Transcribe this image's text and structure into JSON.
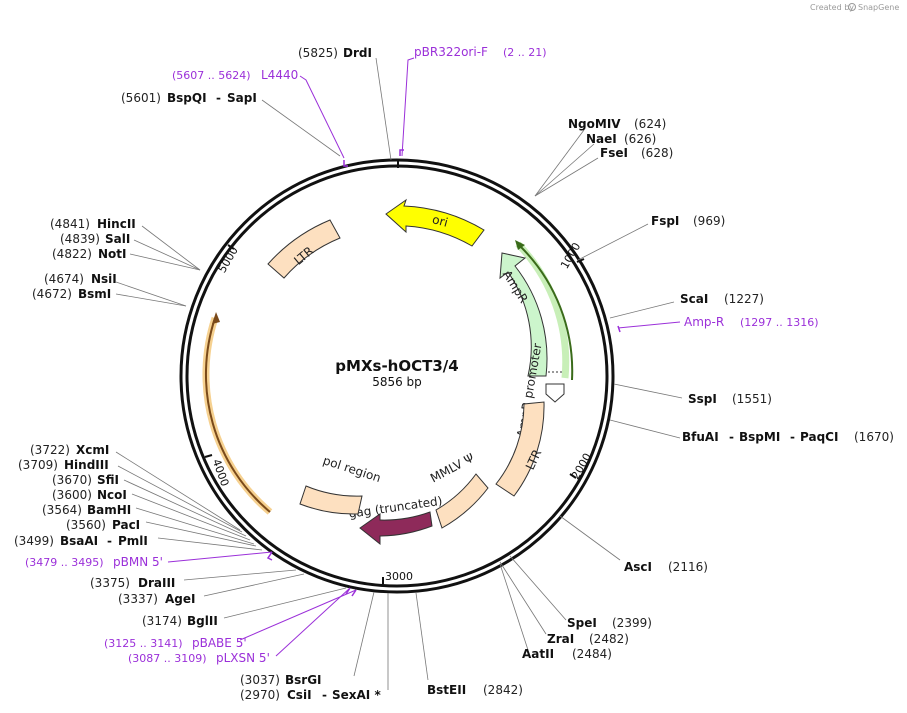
{
  "brand": {
    "created_by": "Created by",
    "name": "SnapGene"
  },
  "plasmid": {
    "name": "pMXs-hOCT3/4",
    "size": "5856 bp"
  },
  "ticks": [
    "1000",
    "2000",
    "3000",
    "4000",
    "5000"
  ],
  "features": [
    {
      "name": "ori",
      "color": "#ffff00"
    },
    {
      "name": "AmpR",
      "color": "#ccf5cc"
    },
    {
      "name": "AmpR promoter",
      "color": "#ffffff"
    },
    {
      "name": "LTR",
      "color": "#fde0c0"
    },
    {
      "name": "LTR",
      "color": "#fde0c0"
    },
    {
      "name": "MMLV Ψ",
      "color": "#fde0c0"
    },
    {
      "name": "gag (truncated)",
      "color": "#8e2a5a"
    },
    {
      "name": "pol region",
      "color": "#fde0c0"
    }
  ],
  "enzymes": [
    {
      "pos": "(5825)",
      "name": "DrdI"
    },
    {
      "pos": "(5601)",
      "name": "BspQI",
      "name2": "SapI"
    },
    {
      "pos": "(624)",
      "name": "NgoMIV"
    },
    {
      "pos": "(626)",
      "name": "NaeI"
    },
    {
      "pos": "(628)",
      "name": "FseI"
    },
    {
      "pos": "(969)",
      "name": "FspI"
    },
    {
      "pos": "(1227)",
      "name": "ScaI"
    },
    {
      "pos": "(1551)",
      "name": "SspI"
    },
    {
      "pos": "(1670)",
      "name": "BfuAI",
      "name2": "BspMI",
      "name3": "PaqCI"
    },
    {
      "pos": "(2116)",
      "name": "AscI"
    },
    {
      "pos": "(2399)",
      "name": "SpeI"
    },
    {
      "pos": "(2482)",
      "name": "ZraI"
    },
    {
      "pos": "(2484)",
      "name": "AatII"
    },
    {
      "pos": "(2842)",
      "name": "BstEII"
    },
    {
      "pos": "(3037)",
      "name": "BsrGI"
    },
    {
      "pos": "(2970)",
      "name": "CsiI",
      "name2": "SexAI *"
    },
    {
      "pos": "(3174)",
      "name": "BglII"
    },
    {
      "pos": "(3337)",
      "name": "AgeI"
    },
    {
      "pos": "(3375)",
      "name": "DraIII"
    },
    {
      "pos": "(3499)",
      "name": "BsaAI",
      "name2": "PmlI"
    },
    {
      "pos": "(3560)",
      "name": "PacI"
    },
    {
      "pos": "(3564)",
      "name": "BamHI"
    },
    {
      "pos": "(3600)",
      "name": "NcoI"
    },
    {
      "pos": "(3670)",
      "name": "SfiI"
    },
    {
      "pos": "(3709)",
      "name": "HindIII"
    },
    {
      "pos": "(3722)",
      "name": "XcmI"
    },
    {
      "pos": "(4674)",
      "name": "NsiI"
    },
    {
      "pos": "(4672)",
      "name": "BsmI"
    },
    {
      "pos": "(4841)",
      "name": "HincII"
    },
    {
      "pos": "(4839)",
      "name": "SalI"
    },
    {
      "pos": "(4822)",
      "name": "NotI"
    }
  ],
  "primers": [
    {
      "name": "pBR322ori-F",
      "range": "(2 .. 21)"
    },
    {
      "name": "L4440",
      "range": "(5607 .. 5624)"
    },
    {
      "name": "Amp-R",
      "range": "(1297 .. 1316)"
    },
    {
      "name": "pBMN 5'",
      "range": "(3479 .. 3495)"
    },
    {
      "name": "pBABE 5'",
      "range": "(3125 .. 3141)"
    },
    {
      "name": "pLXSN 5'",
      "range": "(3087 .. 3109)"
    }
  ],
  "colors": {
    "primer": "#9b30d9",
    "backbone": "#111111"
  }
}
